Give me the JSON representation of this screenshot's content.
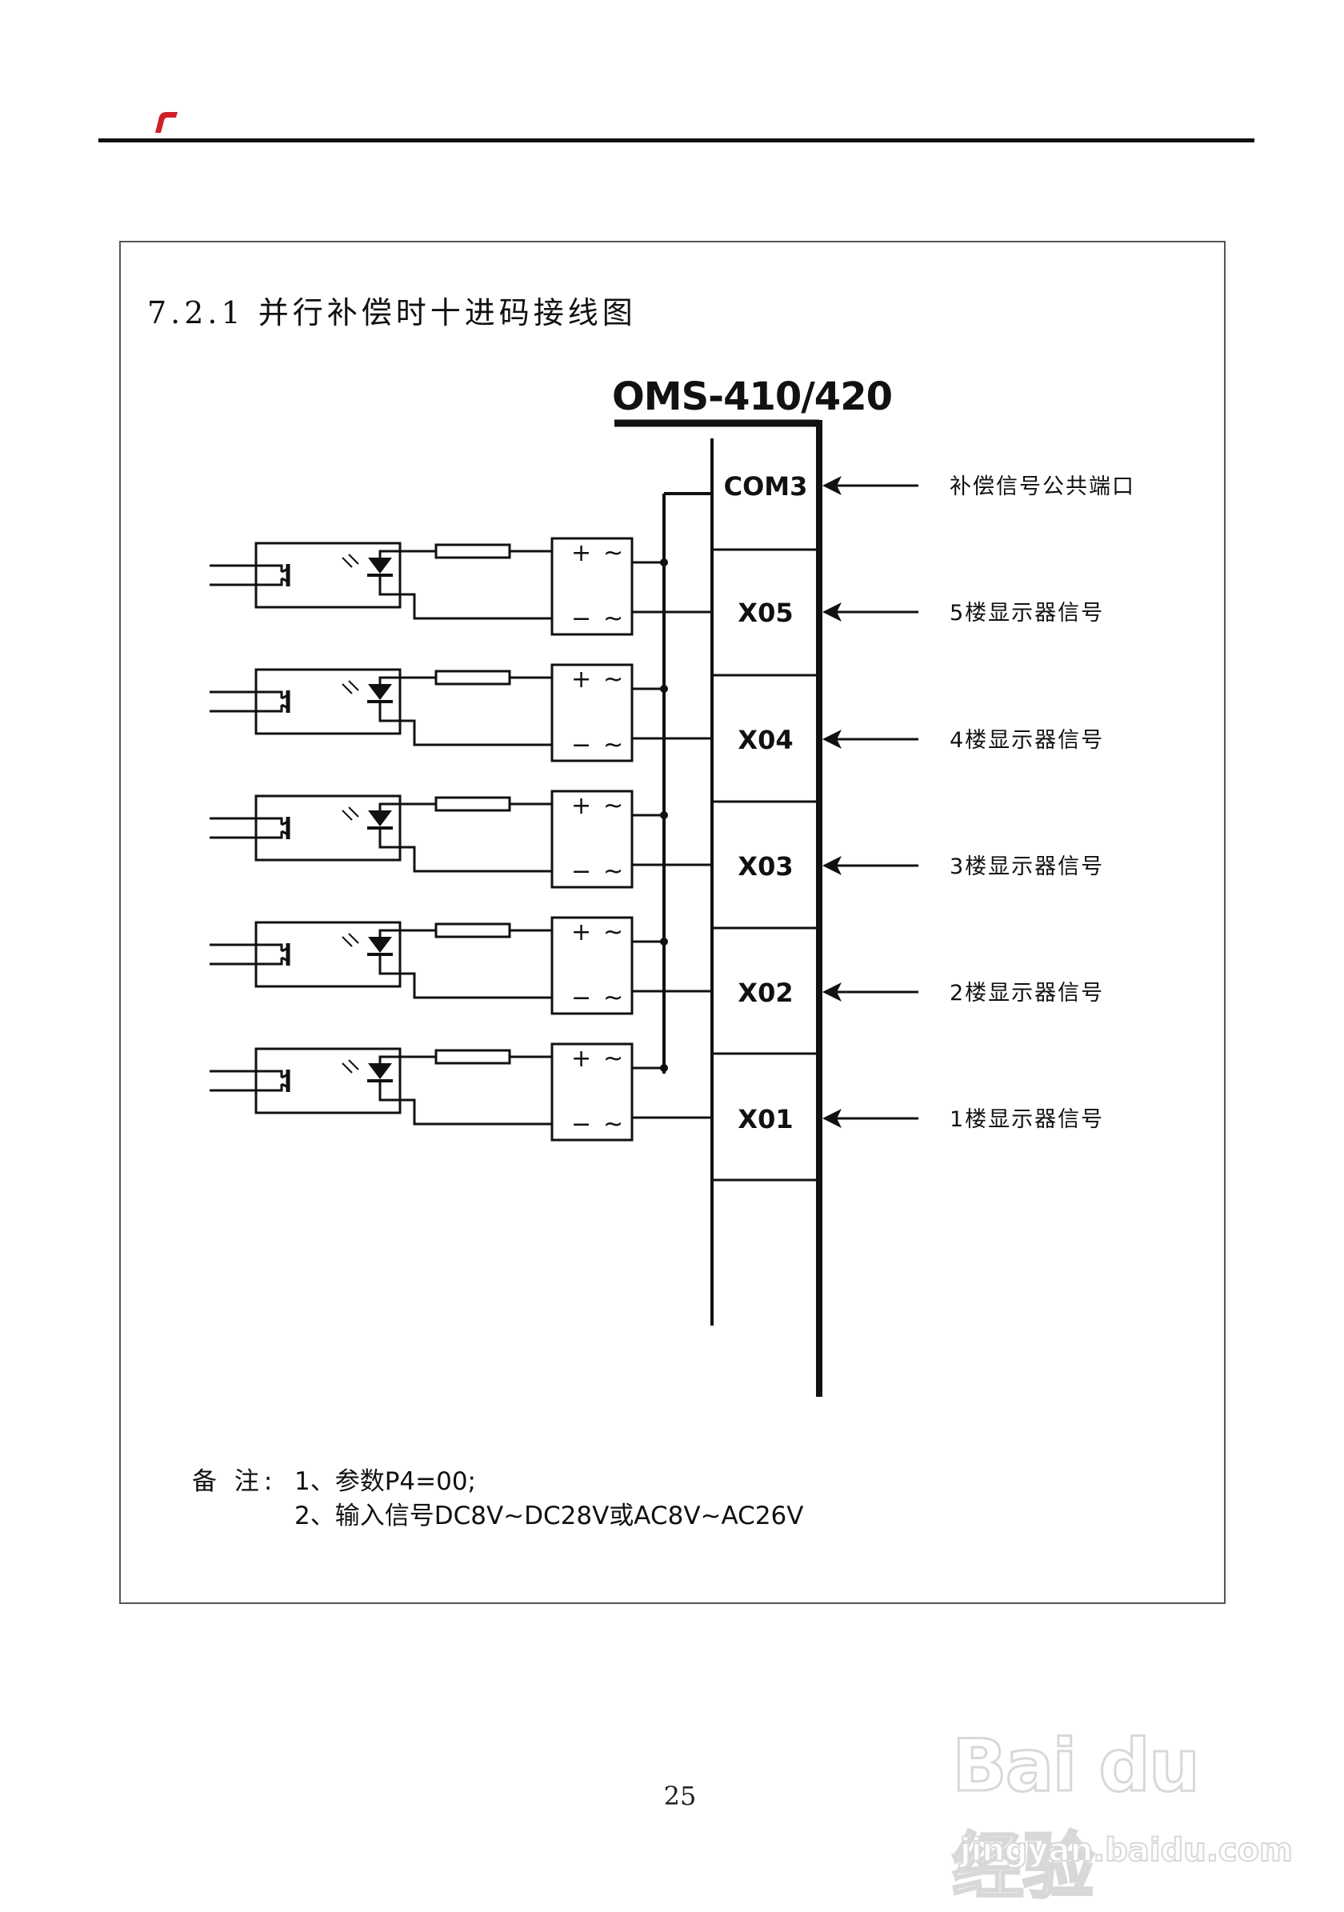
{
  "section_title": "7.2.1 并行补偿时十进码接线图",
  "device_title": "OMS-410/420",
  "terminals": [
    {
      "code": "COM3",
      "description": "补偿信号公共端口"
    },
    {
      "code": "X05",
      "description": "5楼显示器信号"
    },
    {
      "code": "X04",
      "description": "4楼显示器信号"
    },
    {
      "code": "X03",
      "description": "3楼显示器信号"
    },
    {
      "code": "X02",
      "description": "2楼显示器信号"
    },
    {
      "code": "X01",
      "description": "1楼显示器信号"
    }
  ],
  "rectifier_symbols": {
    "plus": "+",
    "minus": "−",
    "ac": "~"
  },
  "notes": {
    "label": "备 注:",
    "line1": "1、参数P4=00;",
    "line2": "2、输入信号DC8V~DC28V或AC8V~AC26V"
  },
  "page_number": "25",
  "watermark": {
    "logo": "Bai du 经验",
    "url": "jingyan.baidu.com"
  },
  "colors": {
    "ink": "#111111",
    "accent": "#d0202a",
    "frame": "#555555",
    "watermark": "#b9b9b9"
  }
}
